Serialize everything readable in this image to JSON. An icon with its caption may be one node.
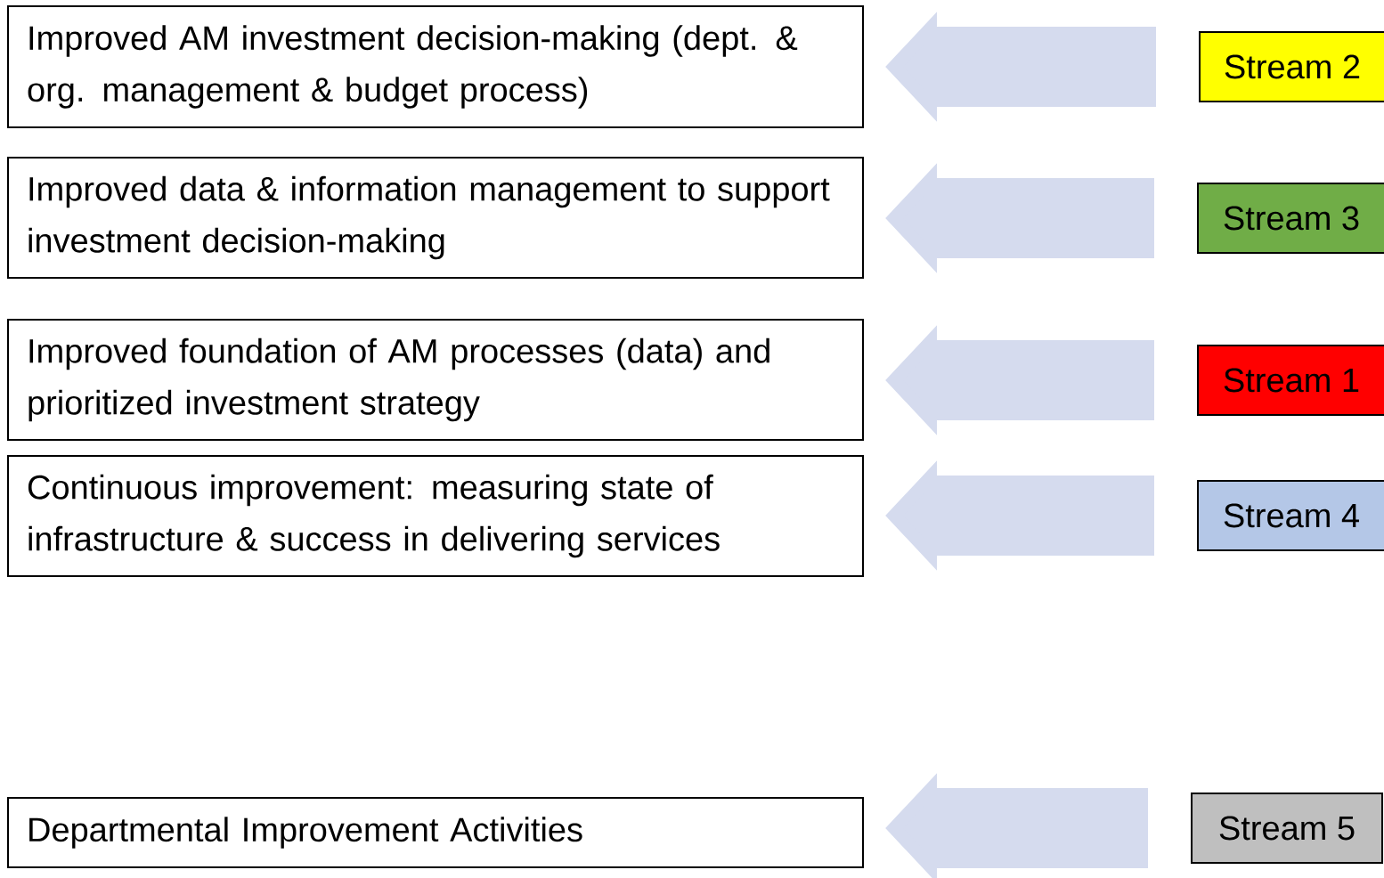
{
  "diagram": {
    "nodes": [
      {
        "text": [
          "Improved AM investment decision-making (dept. & org. management & budget process)"
        ]
      },
      {
        "text": [
          "Stream 2"
        ]
      },
      {
        "text": [
          "Improved data & information management to support investment decision-making"
        ]
      },
      {
        "text": [
          "Stream 3"
        ]
      },
      {
        "text": [
          "Improved foundation of AM processes (data) and prioritized investment strategy"
        ]
      },
      {
        "text": [
          "Stream 1"
        ]
      },
      {
        "text": [
          "Continuous improvement: measuring state of infrastructure & success in delivering services"
        ]
      },
      {
        "text": [
          "Stream 4"
        ]
      },
      {
        "text": [
          "Departmental Improvement Activities"
        ]
      },
      {
        "text": [
          "Stream 5"
        ]
      }
    ],
    "edges": [
      {
        "from": 1,
        "to": 0,
        "arrow": "to"
      },
      {
        "from": 3,
        "to": 2,
        "arrow": "to"
      },
      {
        "from": 5,
        "to": 4,
        "arrow": "to"
      },
      {
        "from": 7,
        "to": 6,
        "arrow": "to"
      },
      {
        "from": 9,
        "to": 8,
        "arrow": "to"
      }
    ]
  }
}
